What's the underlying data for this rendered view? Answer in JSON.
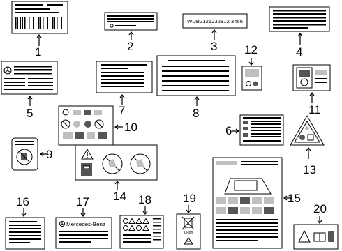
{
  "callouts": {
    "n1": "1",
    "n2": "2",
    "n3": "3",
    "n4": "4",
    "n5": "5",
    "n6": "6",
    "n7": "7",
    "n8": "8",
    "n9": "9",
    "n10": "10",
    "n11": "11",
    "n12": "12",
    "n13": "13",
    "n14": "14",
    "n15": "15",
    "n16": "16",
    "n17": "17",
    "n18": "18",
    "n19": "19",
    "n20": "20"
  },
  "labels": {
    "vin_label_text": "WDB2121232812 3456",
    "brand_label_text": "Mercedes-Benz",
    "recycling_text": "Li-ion"
  },
  "colors": {
    "line": "#000000",
    "fill_grey": "#bfbfbf",
    "background": "#ffffff"
  },
  "icons": [
    "barcode-icon",
    "tire-pressure-icon",
    "airbag-warning-icon",
    "child-seat-prohibition-icon",
    "battery-warning-icon",
    "mercedes-star-icon",
    "recycling-icon",
    "crossed-bin-icon"
  ]
}
